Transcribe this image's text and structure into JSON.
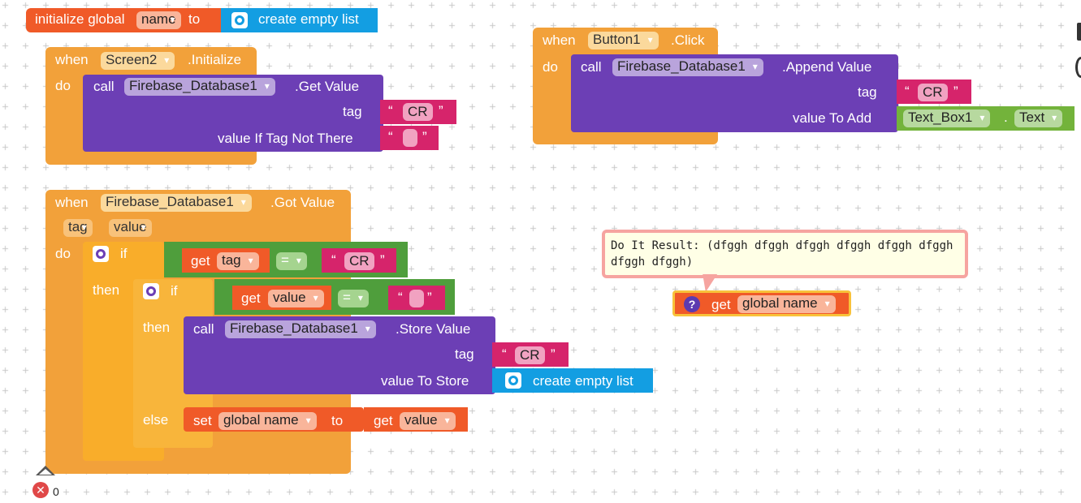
{
  "init_global": {
    "keyword": "initialize global",
    "var_name": "name",
    "to": "to",
    "value": "create empty list"
  },
  "screen_init": {
    "when": "when",
    "component": "Screen2",
    "event": ".Initialize",
    "do": "do",
    "call": "call",
    "db": "Firebase_Database1",
    "method": ".Get Value",
    "tag_label": "tag",
    "tag_value": "CR",
    "default_label": "value If Tag Not There",
    "default_value": ""
  },
  "button_click": {
    "when": "when",
    "component": "Button1",
    "event": ".Click",
    "do": "do",
    "call": "call",
    "db": "Firebase_Database1",
    "method": ".Append Value",
    "tag_label": "tag",
    "tag_value": "CR",
    "value_label": "value To Add",
    "textbox": "Text_Box1",
    "dot": ".",
    "prop": "Text"
  },
  "got_value": {
    "when": "when",
    "component": "Firebase_Database1",
    "event": ".Got Value",
    "param1": "tag",
    "param2": "value",
    "do": "do",
    "if1": "if",
    "get1": "get",
    "get1_var": "tag",
    "eq1": "=",
    "cmp1": "CR",
    "then1": "then",
    "if2": "if",
    "get2": "get",
    "get2_var": "value",
    "eq2": "=",
    "cmp2": "",
    "then2": "then",
    "call": "call",
    "db": "Firebase_Database1",
    "method": ".Store Value",
    "tag_label": "tag",
    "tag_value": "CR",
    "store_label": "value To Store",
    "store_value": "create empty list",
    "else": "else",
    "set": "set",
    "set_var": "global name",
    "set_to": "to",
    "get3": "get",
    "get3_var": "value"
  },
  "do_it": {
    "result": "Do It Result: (dfggh dfggh dfggh dfggh dfggh dfggh dfggh dfggh)",
    "question": "?",
    "get": "get",
    "var": "global name"
  },
  "status": {
    "error_count": "0"
  }
}
